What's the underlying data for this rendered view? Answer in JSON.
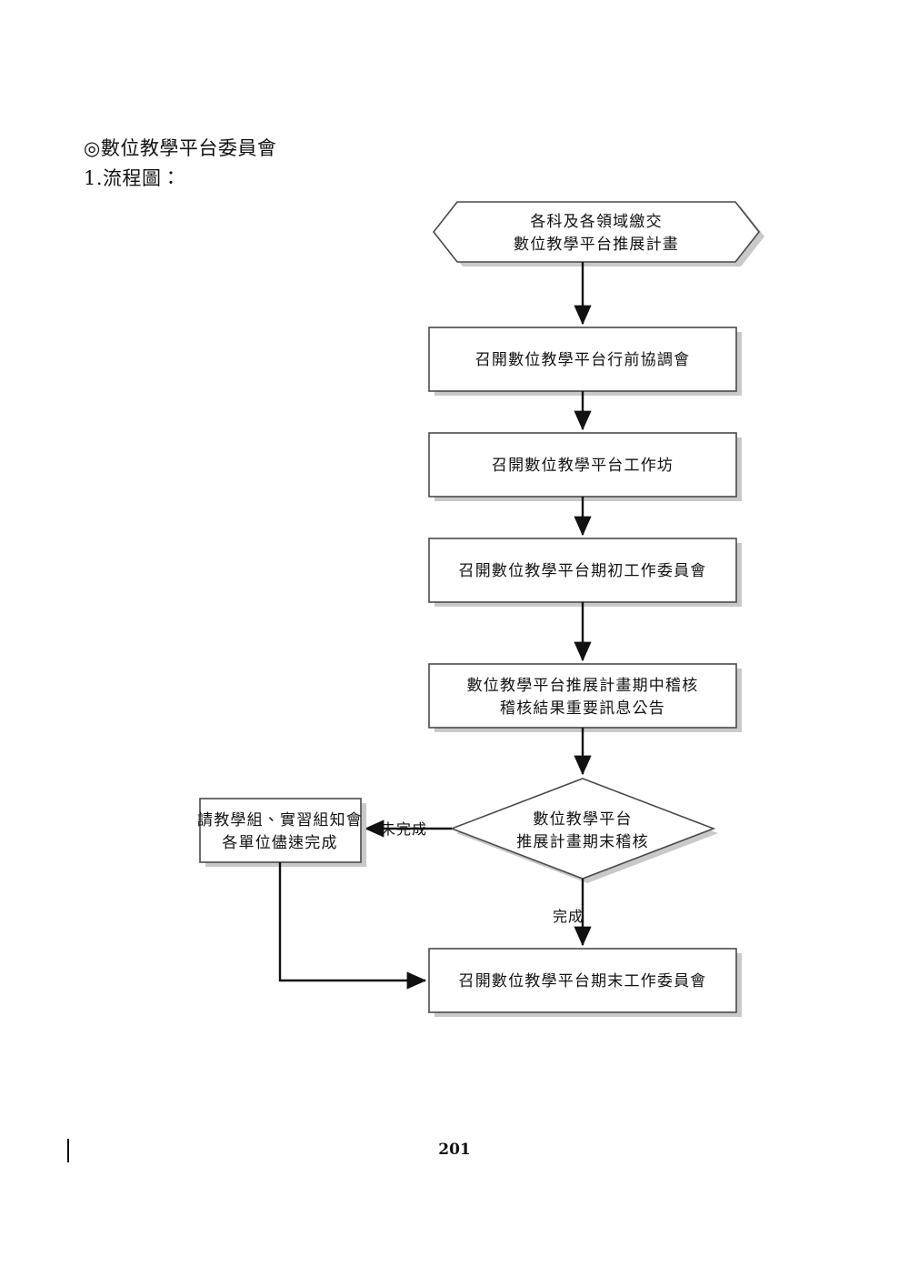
{
  "document": {
    "page_number": "201",
    "heading": "◎數位教學平台委員會",
    "subheading": "1.流程圖："
  },
  "flowchart": {
    "nodes": [
      {
        "id": "start",
        "shape": "hexagon",
        "lines": [
          "各科及各領域繳交",
          "數位教學平台推展計畫"
        ]
      },
      {
        "id": "pre-meeting",
        "shape": "process",
        "lines": [
          "召開數位教學平台行前協調會"
        ]
      },
      {
        "id": "workshop",
        "shape": "process",
        "lines": [
          "召開數位教學平台工作坊"
        ]
      },
      {
        "id": "early-committee",
        "shape": "process",
        "lines": [
          "召開數位教學平台期初工作委員會"
        ]
      },
      {
        "id": "mid-audit",
        "shape": "process",
        "lines": [
          "數位教學平台推展計畫期中稽核",
          "稽核結果重要訊息公告"
        ]
      },
      {
        "id": "final-audit-decision",
        "shape": "decision",
        "lines": [
          "數位教學平台",
          "推展計畫期末稽核"
        ]
      },
      {
        "id": "notify-units",
        "shape": "process",
        "lines": [
          "請教學組、實習組知會",
          "各單位儘速完成"
        ]
      },
      {
        "id": "final-committee",
        "shape": "process",
        "lines": [
          "召開數位教學平台期末工作委員會"
        ]
      }
    ],
    "edge_labels": {
      "incomplete": "未完成",
      "complete": "完成"
    }
  }
}
